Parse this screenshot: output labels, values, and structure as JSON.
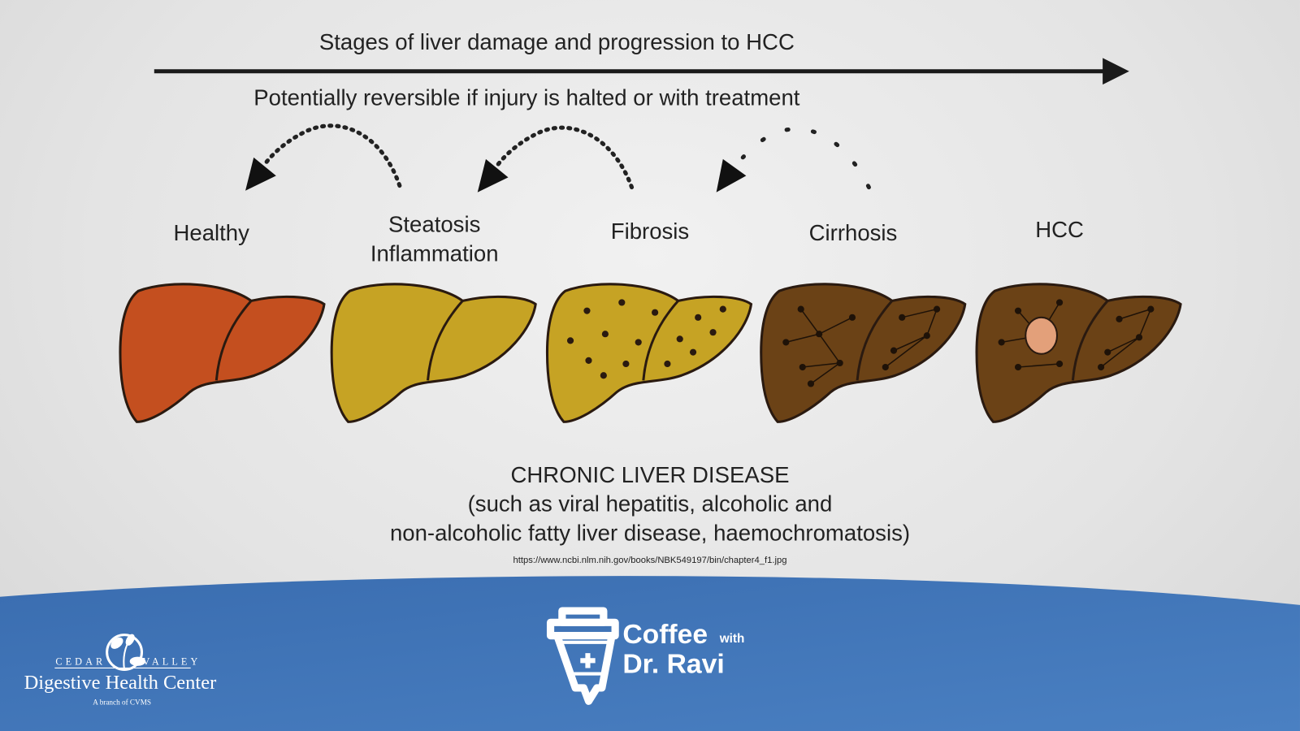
{
  "header": {
    "title": "Stages of liver damage and progression to HCC",
    "subtitle": "Potentially reversible if injury is halted or with treatment"
  },
  "stages": [
    {
      "label": "Healthy",
      "color": "#c44f1f"
    },
    {
      "label": "Steatosis Inflammation",
      "line1": "Steatosis",
      "line2": "Inflammation",
      "color": "#c6a324"
    },
    {
      "label": "Fibrosis",
      "color": "#c6a324"
    },
    {
      "label": "Cirrhosis",
      "color": "#6b4216"
    },
    {
      "label": "HCC",
      "color": "#6b4216",
      "tumor_color": "#e3a07a"
    }
  ],
  "caption": {
    "line1": "CHRONIC LIVER DISEASE",
    "line2": "(such as viral hepatitis, alcoholic and",
    "line3": "non-alcoholic fatty liver disease, haemochromatosis)",
    "source": "https://www.ncbi.nlm.nih.gov/books/NBK549197/bin/chapter4_f1.jpg"
  },
  "footer": {
    "logo_cedar": "CEDAR",
    "logo_valley": "VALLEY",
    "logo_name": "Digestive Health Center",
    "logo_tagline": "A branch of CVMS",
    "show_coffee": "Coffee",
    "show_with": "with",
    "show_host": "Dr. Ravi",
    "band_color": "#3f73b5"
  }
}
